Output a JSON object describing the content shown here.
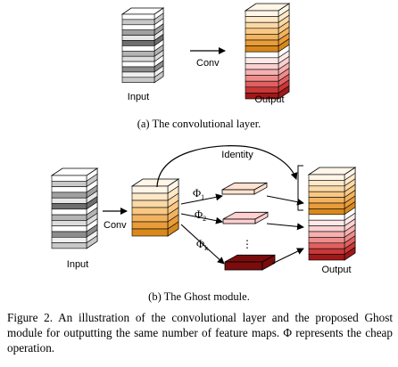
{
  "figure": {
    "panel_a": {
      "input_label": "Input",
      "arrow_label": "Conv",
      "output_label": "Output",
      "subcaption": "(a) The convolutional layer."
    },
    "panel_b": {
      "input_label": "Input",
      "conv_label": "Conv",
      "identity_label": "Identity",
      "phi_1": "Φ",
      "phi_1_sub": "1",
      "phi_2": "Φ",
      "phi_2_sub": "2",
      "phi_k": "Φ",
      "phi_k_sub": "k",
      "ellipsis": "⋮",
      "output_label": "Output",
      "subcaption": "(b) The Ghost module."
    },
    "caption": "Figure 2. An illustration of the convolutional layer and the proposed Ghost module for outputting the same number of feature maps. Φ represents the cheap operation."
  },
  "colors": {
    "gray_slices": [
      "#ffffff",
      "#c8c8c8",
      "#ffffff",
      "#a0a0a0",
      "#e6e6e6",
      "#6e6e6e",
      "#ffffff",
      "#b4b4b4",
      "#dcdcdc",
      "#ffffff",
      "#8c8c8c",
      "#f0f0f0",
      "#c8c8c8"
    ],
    "orange_slices": [
      "#fff6e8",
      "#fde8c8",
      "#fbd9a6",
      "#f8c884",
      "#f2b360",
      "#e89c3a",
      "#d8881c"
    ],
    "red_slices": [
      "#ffe8e8",
      "#fbd0d0",
      "#f5b0b0",
      "#ee8c8c",
      "#e06060",
      "#c83838",
      "#a01818"
    ],
    "ghost_light": "#ffe2cf",
    "ghost_pink": "#ffd0d0",
    "ghost_dark": "#7a0c0c"
  }
}
